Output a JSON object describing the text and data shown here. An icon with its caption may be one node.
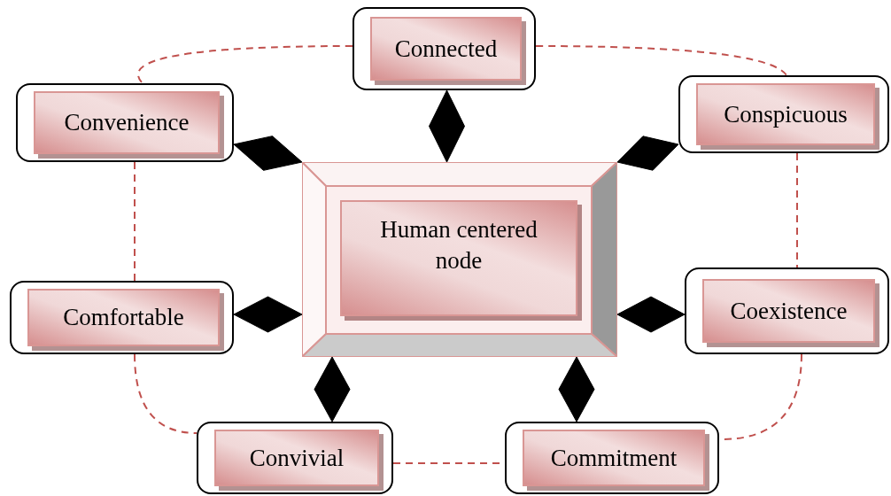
{
  "diagram": {
    "nodes": [
      {
        "text": [
          "Connected"
        ]
      },
      {
        "text": [
          "Convenience"
        ]
      },
      {
        "text": [
          "Conspicuous"
        ]
      },
      {
        "text": [
          "Human centered node"
        ]
      },
      {
        "text": [
          "Comfortable"
        ]
      },
      {
        "text": [
          "Coexistence"
        ]
      },
      {
        "text": [
          "Convivial"
        ]
      },
      {
        "text": [
          "Commitment"
        ]
      }
    ],
    "edges": [
      {
        "from": 0,
        "to": 3,
        "arrow": "both"
      },
      {
        "from": 1,
        "to": 3,
        "arrow": "both"
      },
      {
        "from": 2,
        "to": 3,
        "arrow": "both"
      },
      {
        "from": 4,
        "to": 3,
        "arrow": "both"
      },
      {
        "from": 5,
        "to": 3,
        "arrow": "both"
      },
      {
        "from": 6,
        "to": 3,
        "arrow": "both"
      },
      {
        "from": 7,
        "to": 3,
        "arrow": "both"
      },
      {
        "from": 0,
        "to": 1,
        "arrow": "none",
        "style": "dashed",
        "color": "#c0504d"
      },
      {
        "from": 0,
        "to": 2,
        "arrow": "none",
        "style": "dashed",
        "color": "#c0504d"
      },
      {
        "from": 1,
        "to": 4,
        "arrow": "none",
        "style": "dashed",
        "color": "#c0504d"
      },
      {
        "from": 2,
        "to": 5,
        "arrow": "none",
        "style": "dashed",
        "color": "#c0504d"
      },
      {
        "from": 4,
        "to": 6,
        "arrow": "none",
        "style": "dashed",
        "color": "#c0504d"
      },
      {
        "from": 5,
        "to": 7,
        "arrow": "none",
        "style": "dashed",
        "color": "#c0504d"
      },
      {
        "from": 6,
        "to": 7,
        "arrow": "none",
        "style": "dashed",
        "color": "#c0504d"
      }
    ]
  }
}
